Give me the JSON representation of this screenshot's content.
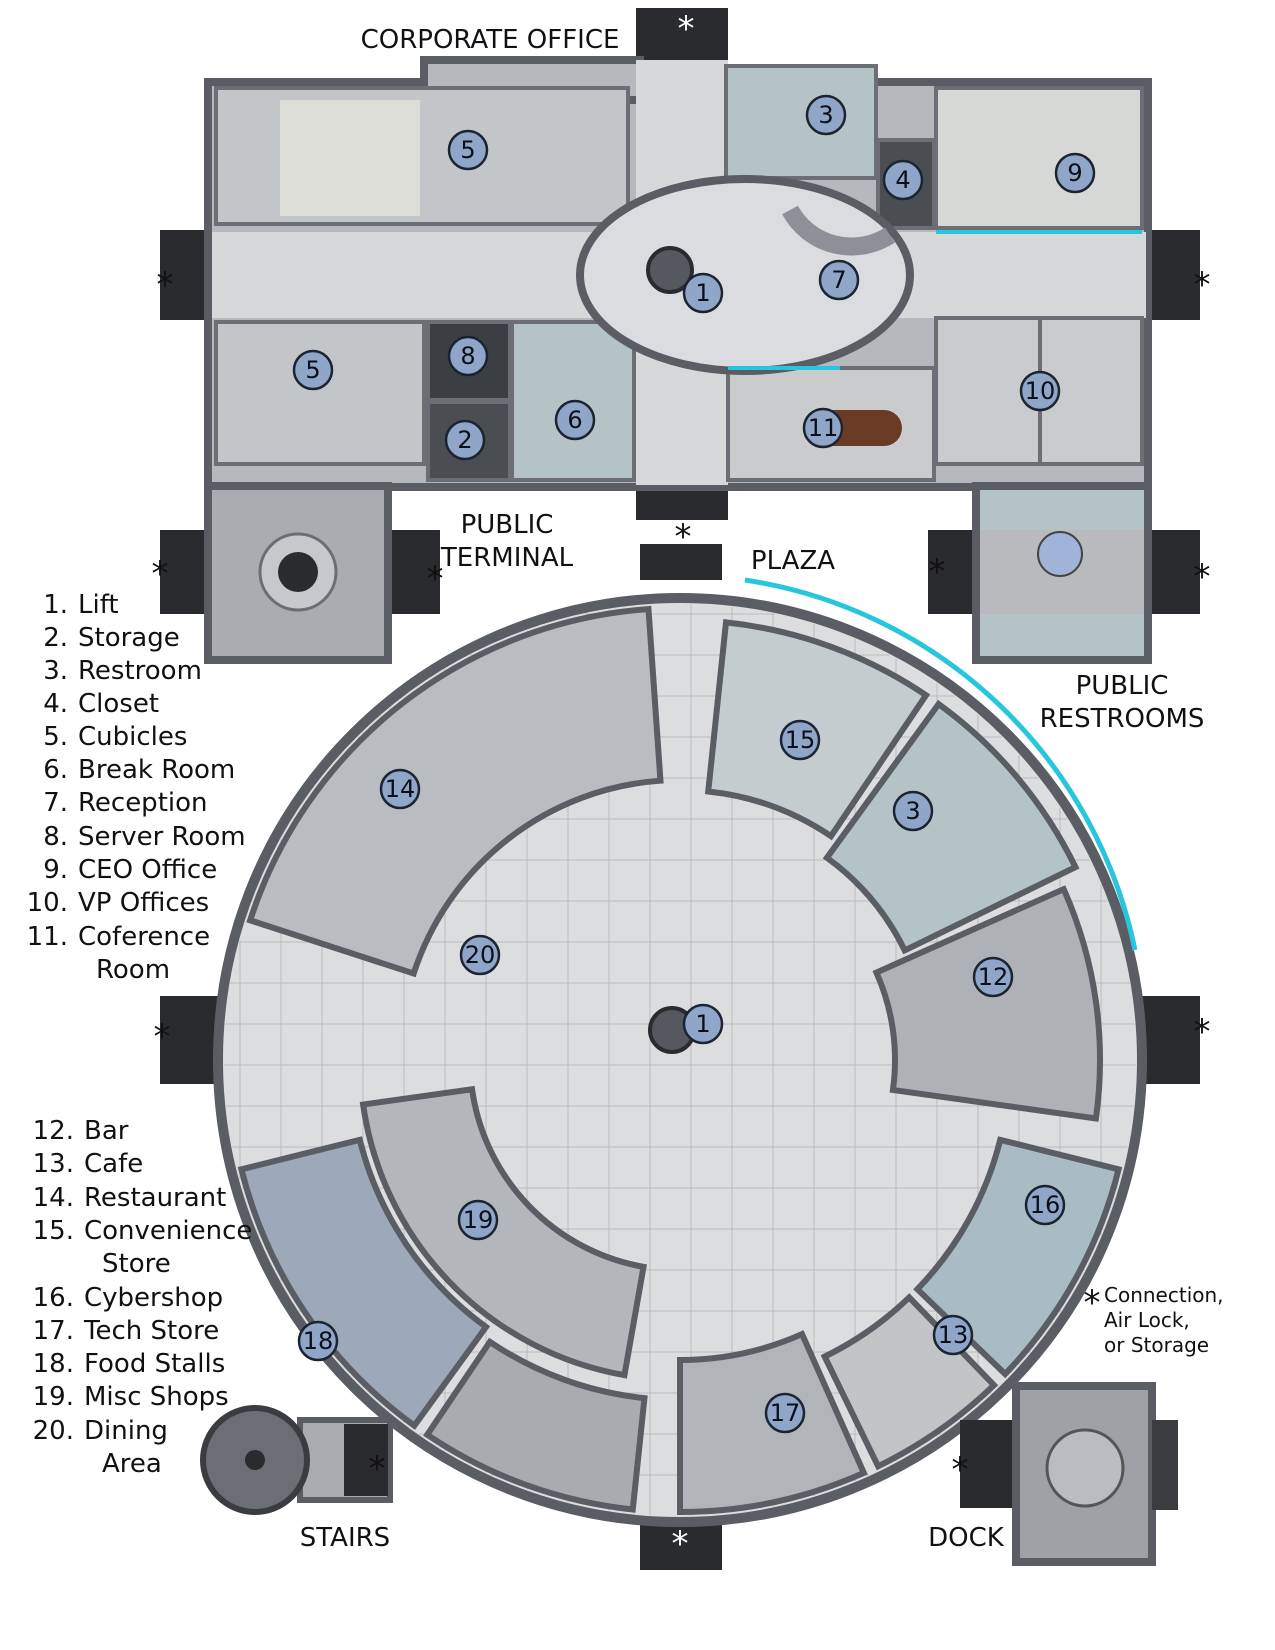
{
  "titles": {
    "corporate_office": "CORPORATE OFFICE",
    "public_terminal_1": "PUBLIC",
    "public_terminal_2": "TERMINAL",
    "plaza": "PLAZA",
    "public_restrooms_1": "PUBLIC",
    "public_restrooms_2": "RESTROOMS",
    "stairs": "STAIRS",
    "dock": "DOCK"
  },
  "legend_office": [
    {
      "num": "1.",
      "name": "Lift"
    },
    {
      "num": "2.",
      "name": "Storage"
    },
    {
      "num": "3.",
      "name": "Restroom"
    },
    {
      "num": "4.",
      "name": "Closet"
    },
    {
      "num": "5.",
      "name": "Cubicles"
    },
    {
      "num": "6.",
      "name": "Break Room"
    },
    {
      "num": "7.",
      "name": "Reception"
    },
    {
      "num": "8.",
      "name": "Server Room"
    },
    {
      "num": "9.",
      "name": "CEO Office"
    },
    {
      "num": "10.",
      "name": "VP Offices"
    },
    {
      "num": "11.",
      "name": "Coference",
      "name2": "Room"
    }
  ],
  "legend_plaza": [
    {
      "num": "12.",
      "name": "Bar"
    },
    {
      "num": "13.",
      "name": "Cafe"
    },
    {
      "num": "14.",
      "name": "Restaurant"
    },
    {
      "num": "15.",
      "name": "Convenience",
      "name2": "Store"
    },
    {
      "num": "16.",
      "name": "Cybershop"
    },
    {
      "num": "17.",
      "name": "Tech Store"
    },
    {
      "num": "18.",
      "name": "Food Stalls"
    },
    {
      "num": "19.",
      "name": "Misc Shops"
    },
    {
      "num": "20.",
      "name": "Dining",
      "name2": "Area"
    }
  ],
  "footnote": {
    "symbol": "*",
    "line1": "Connection,",
    "line2": "Air Lock,",
    "line3": "or Storage"
  },
  "markers": {
    "office": [
      "1",
      "2",
      "3",
      "4",
      "5",
      "5",
      "6",
      "7",
      "8",
      "9",
      "10",
      "11"
    ],
    "plaza": [
      "1",
      "3",
      "12",
      "13",
      "14",
      "15",
      "16",
      "17",
      "18",
      "19",
      "20"
    ]
  },
  "airlock_symbol": "*",
  "colors": {
    "wall": "#5a5d63",
    "floor": "#c9cbce",
    "plaza_floor": "#dcdddf",
    "airlock": "#2a2b2e",
    "accent": "#27c6dc",
    "marker": "#8fa6c8"
  }
}
